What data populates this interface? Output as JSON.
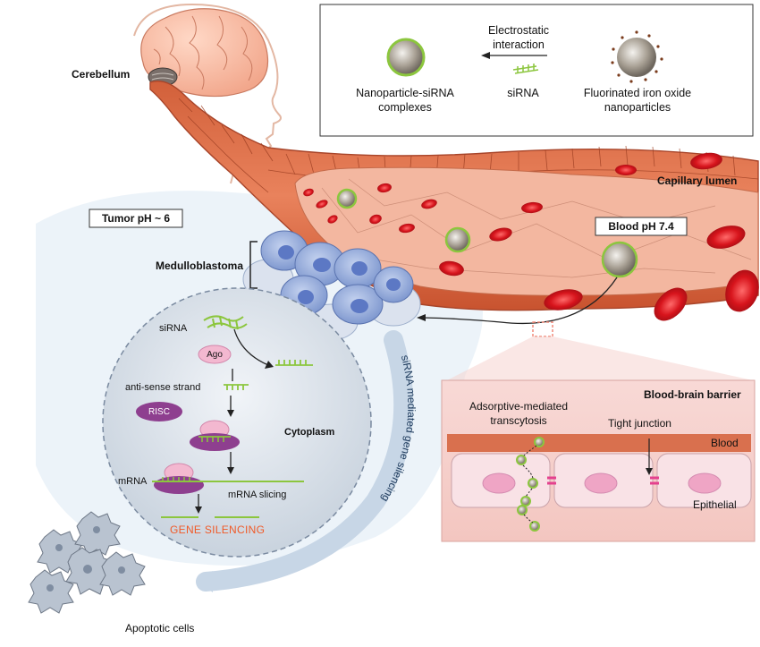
{
  "cerebellum_label": "Cerebellum",
  "legend": {
    "fluorinated_line1": "Fluorinated iron oxide",
    "fluorinated_line2": "nanoparticles",
    "electrostatic_line1": "Electrostatic",
    "electrostatic_line2": "interaction",
    "sirna": "siRNA",
    "complex_line1": "Nanoparticle-siRNA",
    "complex_line2": "complexes"
  },
  "capillary_lumen": "Capillary lumen",
  "blood_ph": "Blood pH 7.4",
  "tumor_ph": "Tumor pH ~ 6",
  "medulloblastoma": "Medulloblastoma",
  "cell": {
    "sirna": "siRNA",
    "ago": "Ago",
    "antisense": "anti-sense strand",
    "risc": "RISC",
    "cytoplasm": "Cytoplasm",
    "mrna": "mRNA",
    "mrna_slicing": "mRNA slicing",
    "gene_silencing": "GENE SILENCING"
  },
  "arc_text": "siRNA mediated gene silencing",
  "apoptotic": "Apoptotic cells",
  "bbb": {
    "title": "Blood-brain barrier",
    "adsorptive_line1": "Adsorptive-mediated",
    "adsorptive_line2": "transcytosis",
    "tight_junction": "Tight junction",
    "blood": "Blood",
    "epithelial": "Epithelial"
  },
  "colors": {
    "vessel": "#e06a45",
    "rbc": "#d7141c",
    "nanoparticle_core": "#a29a8c",
    "sirna_green": "#8cc63e",
    "tumor_blue": "#8ea6d8",
    "cell_bg": "#dde5ee",
    "gene_silencing": "#f05a28",
    "bbb_bg": "#f6d3cf",
    "pink_organelle": "#e8a4c8",
    "purple": "#8e3f8f"
  }
}
